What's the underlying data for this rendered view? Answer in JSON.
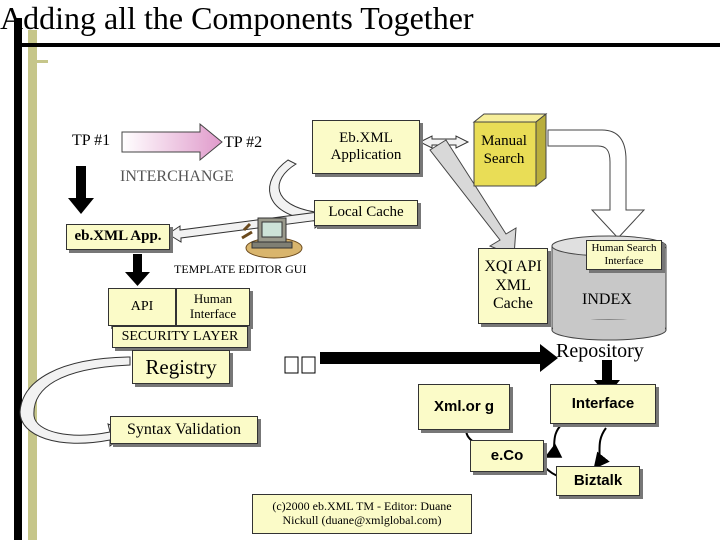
{
  "title": "Adding all the Components Together",
  "nodes": {
    "tp1": "TP #1",
    "tp2": "TP #2",
    "interchange": "INTERCHANGE",
    "ebxml_application": "Eb.XML Application",
    "manual_search": "Manual Search",
    "local_cache": "Local Cache",
    "ebxml_app": "eb.XML App.",
    "template_editor": "TEMPLATE EDITOR GUI",
    "xqi_api": "XQI API XML Cache",
    "human_search_interface": "Human Search Interface",
    "index": "INDEX",
    "api": "API",
    "human_interface": "Human Interface",
    "security_layer": "SECURITY LAYER",
    "repository": "Repository",
    "registry": "Registry",
    "syntax_validation": "Syntax Validation",
    "xml_org": "Xml.or g",
    "interface": "Interface",
    "eco": "e.Co",
    "biztalk": "Biztalk"
  },
  "footer": "(c)2000 eb.XML TM - Editor: Duane Nickull (duane@xmlglobal.com)",
  "colors": {
    "box_fill": "#fbfbc8",
    "arrow_fill": "#f2f2f2",
    "dark_arrow": "#000000",
    "cylinder_fill": "#c8c8c8",
    "manual_search_cube": "#e9dd56",
    "accent_bar": "#c6c68a"
  }
}
